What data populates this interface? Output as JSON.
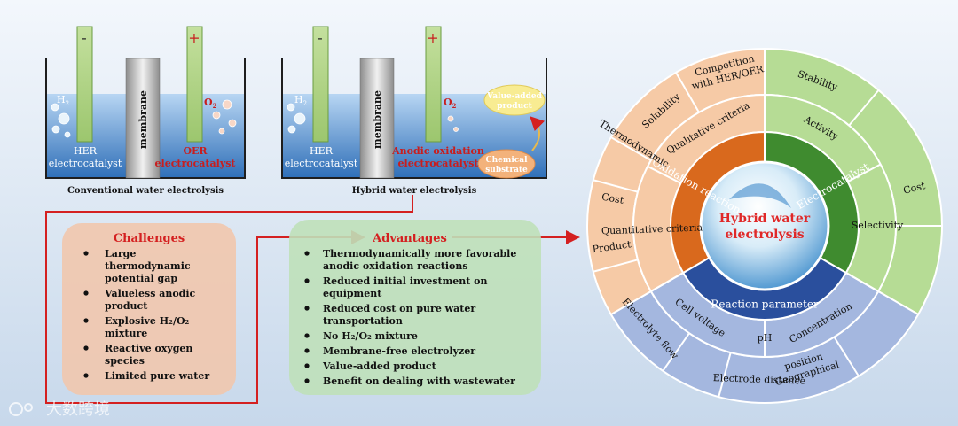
{
  "conventional": {
    "caption": "Conventional water electrolysis",
    "cathode_sign": "-",
    "anode_sign": "+",
    "membrane": "membrane",
    "h2": "H",
    "h2_sub": "2",
    "o2": "O",
    "o2_sub": "2",
    "cathode_label_1": "HER",
    "cathode_label_2": "electrocatalyst",
    "anode_label_1": "OER",
    "anode_label_2": "electrocatalyst"
  },
  "hybrid": {
    "caption": "Hybrid water electrolysis",
    "cathode_sign": "-",
    "anode_sign": "+",
    "membrane": "membrane",
    "h2": "H",
    "h2_sub": "2",
    "o2": "O",
    "o2_sub": "2",
    "cathode_label_1": "HER",
    "cathode_label_2": "electrocatalyst",
    "anode_label_1": "Anodic oxidation",
    "anode_label_2": "electrocatalyst",
    "product_1": "Value-added",
    "product_2": "product",
    "substrate_1": "Chemical",
    "substrate_2": "substrate"
  },
  "challenges": {
    "title": "Challenges",
    "items": [
      [
        "Large",
        "thermodynamic",
        "potential gap"
      ],
      [
        "Valueless anodic",
        "product"
      ],
      [
        "Explosive H₂/O₂",
        "mixture"
      ],
      [
        "Reactive oxygen",
        "species"
      ],
      [
        "Limited pure water"
      ]
    ]
  },
  "advantages": {
    "title": "Advantages",
    "items": [
      [
        "Thermodynamically more favorable",
        "anodic oxidation reactions"
      ],
      [
        "Reduced initial investment on",
        "equipment"
      ],
      [
        "Reduced cost on pure water",
        "transportation"
      ],
      [
        "No H₂/O₂ mixture"
      ],
      [
        "Membrane-free electrolyzer"
      ],
      [
        "Value-added product"
      ],
      [
        "Benefit on dealing with wastewater"
      ]
    ]
  },
  "wheel": {
    "center_1": "Hybrid water",
    "center_2": "electrolysis",
    "oxidation": "Oxidation reaction",
    "electrocatalyst": "Electrocatalyst",
    "reaction_parameter": "Reaction parameter",
    "qualitative": "Qualitative criteria",
    "quantitative": "Quantitative criteria",
    "activity": "Activity",
    "selectivity": "Selectivity",
    "stability": "Stability",
    "cost_right": "Cost",
    "competition_1": "Competition",
    "competition_2": "with HER/OER",
    "solubility": "Solubility",
    "thermodynamic": "Thermodynamic",
    "cost_left": "Cost",
    "product": "Product",
    "cell_voltage": "Cell voltage",
    "ph": "pH",
    "concentration": "Concentration",
    "electrolyte_flow": "Electrolyte flow",
    "electrode_distance": "Electrode distance",
    "geographical_1": "Geographical",
    "geographical_2": "position"
  },
  "watermark": "大数跨境",
  "colors": {
    "arrow": "#d42020",
    "orange_dark": "#d9691d",
    "orange_light": "#f6caa6",
    "green_dark": "#3f8b2f",
    "green_light": "#b6dc95",
    "blue_dark": "#2a4f9d",
    "blue_light": "#a4b7df"
  }
}
